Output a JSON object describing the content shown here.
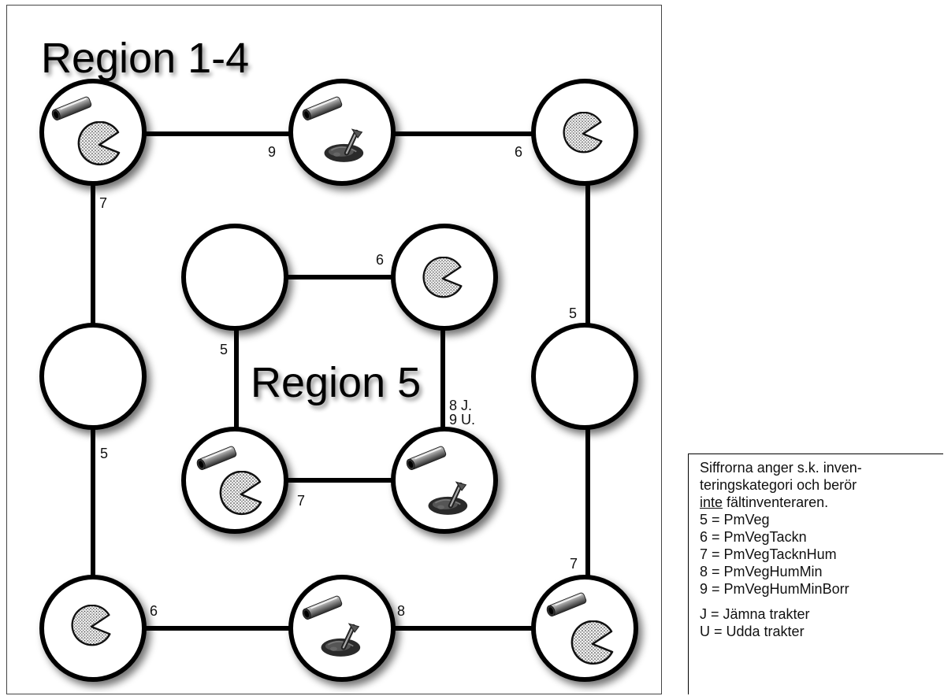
{
  "titles": {
    "outer": "Region 1-4",
    "inner": "Region 5"
  },
  "edge_labels": {
    "outer_top_left": "9",
    "outer_top_right": "6",
    "outer_left_top": "7",
    "outer_right_top": "5",
    "outer_left_bottom": "5",
    "outer_right_bottom": "7",
    "outer_bottom_left": "6",
    "outer_bottom_right": "8",
    "inner_top": "6",
    "inner_left": "5",
    "inner_right_line1": "8 J.",
    "inner_right_line2": "9 U.",
    "inner_bottom": "7"
  },
  "legend": {
    "intro_line1": "Siffrorna anger s.k. inven-",
    "intro_line2": "teringskategori och berör",
    "intro_underlined": "inte",
    "intro_line3_rest": " fältinventeraren.",
    "items": [
      "5 = PmVeg",
      "6 = PmVegTackn",
      "7 = PmVegTacknHum",
      "8 = PmVegHumMin",
      "9 = PmVegHumMinBorr"
    ],
    "notes": [
      "J = Jämna trakter",
      "U = Udda trakter"
    ]
  },
  "plots": [
    {
      "id": "outer-top-left",
      "icons": [
        "tube-icon",
        "pacman-icon"
      ]
    },
    {
      "id": "outer-top-middle",
      "icons": [
        "tube-icon",
        "soil-shovel-icon"
      ]
    },
    {
      "id": "outer-top-right",
      "icons": [
        "pacman-icon"
      ]
    },
    {
      "id": "outer-middle-left",
      "icons": []
    },
    {
      "id": "outer-middle-right",
      "icons": []
    },
    {
      "id": "outer-bottom-left",
      "icons": [
        "pacman-icon"
      ]
    },
    {
      "id": "outer-bottom-middle",
      "icons": [
        "tube-icon",
        "soil-shovel-icon"
      ]
    },
    {
      "id": "outer-bottom-right",
      "icons": [
        "tube-icon",
        "pacman-icon"
      ]
    },
    {
      "id": "inner-top-left",
      "icons": []
    },
    {
      "id": "inner-top-right",
      "icons": [
        "pacman-icon"
      ]
    },
    {
      "id": "inner-bottom-left",
      "icons": [
        "tube-icon",
        "pacman-icon"
      ]
    },
    {
      "id": "inner-bottom-right",
      "icons": [
        "tube-icon",
        "soil-shovel-icon"
      ]
    }
  ]
}
